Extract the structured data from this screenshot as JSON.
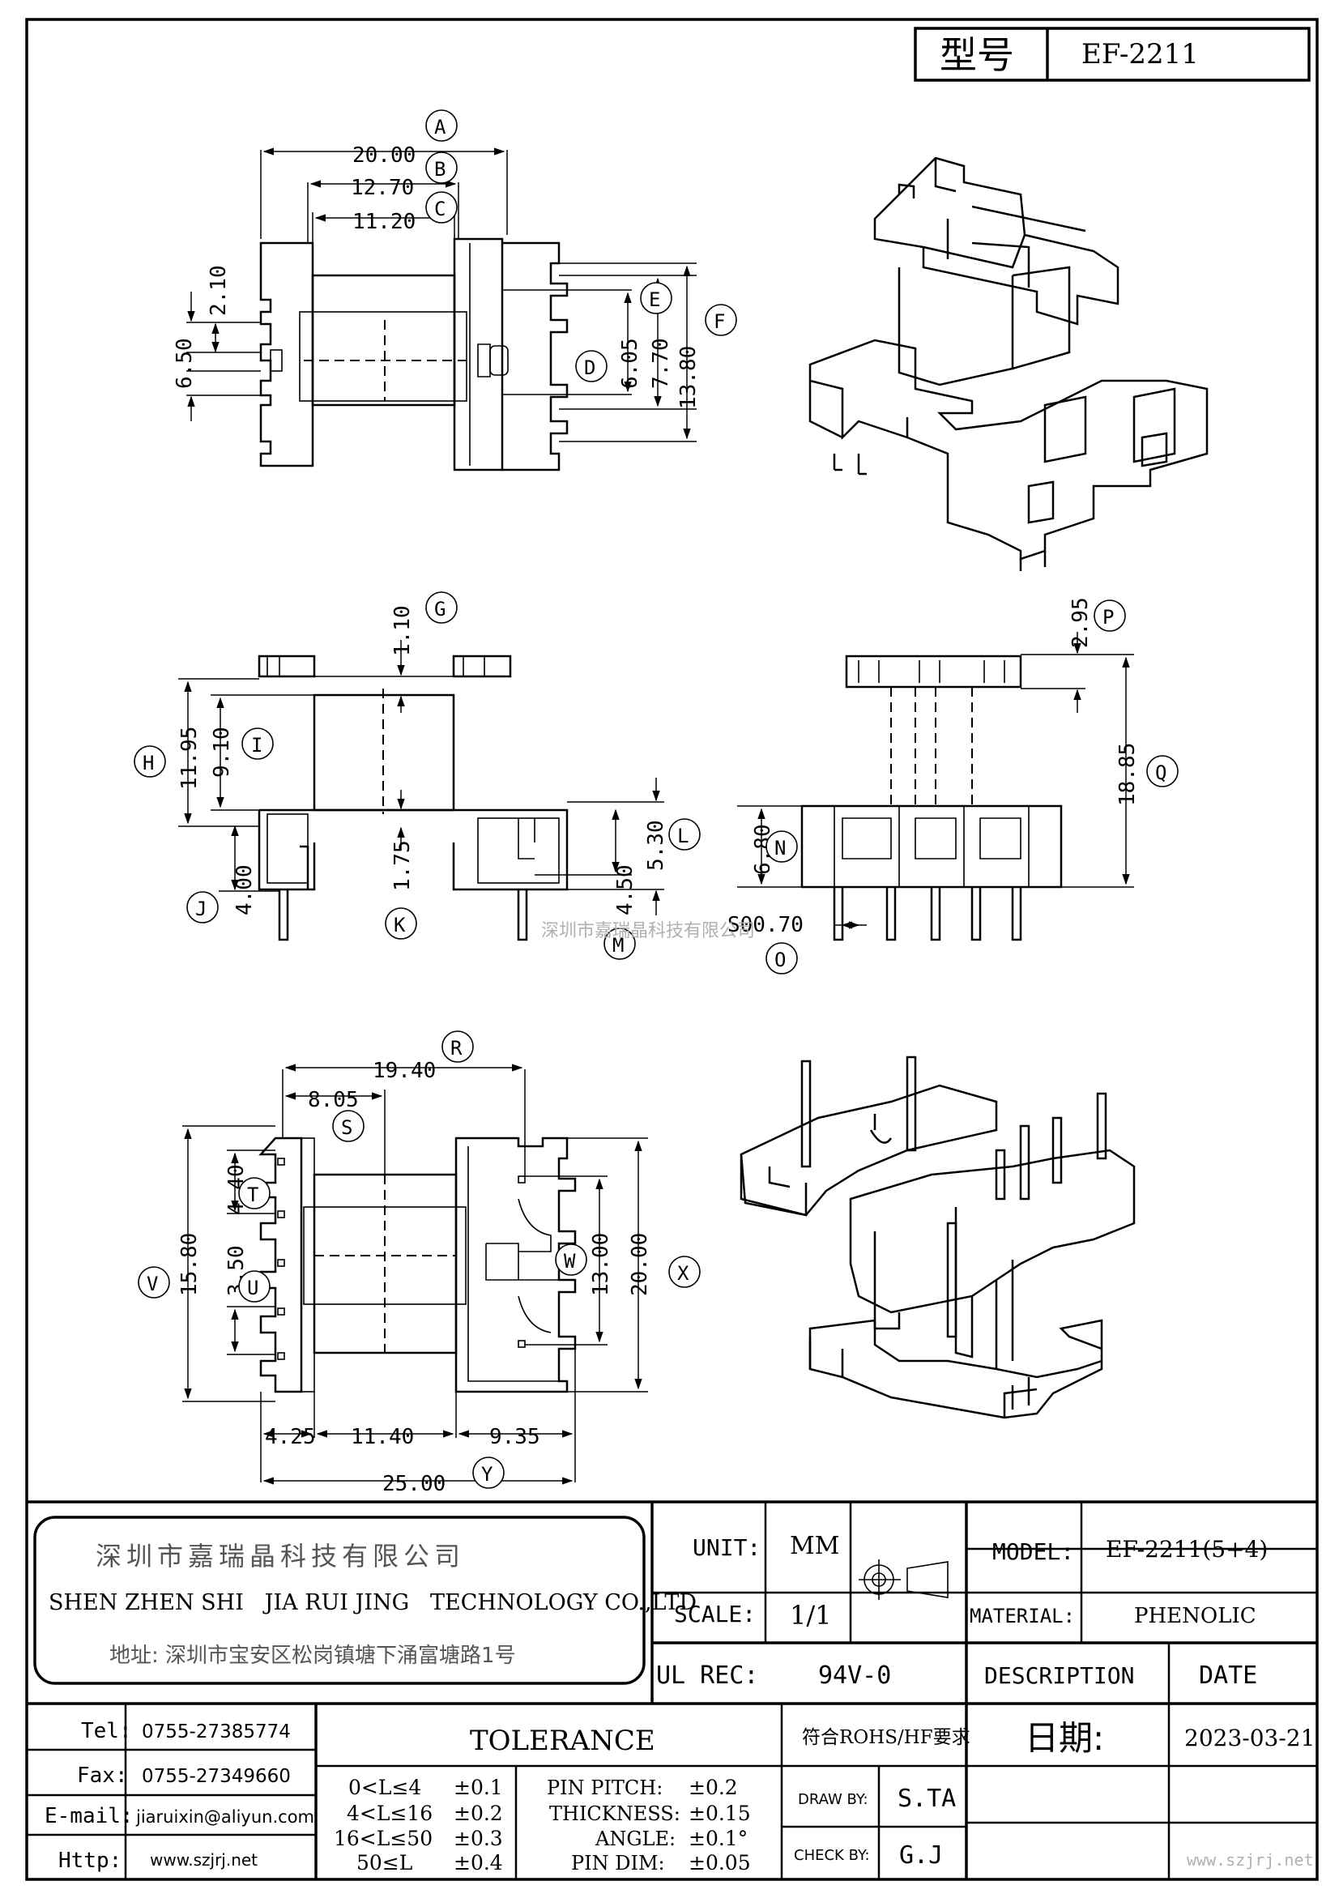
{
  "header": {
    "type_label": "型号",
    "model_value": "EF-2211"
  },
  "top_view": {
    "dims": {
      "A": "20.00",
      "B": "12.70",
      "C": "11.20",
      "d_2_10": "2.10",
      "d_6_50": "6.50",
      "E": "6.05",
      "D": "7.70",
      "F": "13.80"
    },
    "balloons": [
      "A",
      "B",
      "C",
      "D",
      "E",
      "F"
    ]
  },
  "side_view": {
    "dims": {
      "G": "1.10",
      "H": "11.95",
      "I": "9.10",
      "J": "4.00",
      "K": "1.75",
      "L": "5.30",
      "M": "4.50"
    },
    "balloons": [
      "G",
      "H",
      "I",
      "J",
      "K",
      "L",
      "M"
    ]
  },
  "end_view": {
    "dims": {
      "P": "2.95",
      "Q": "18.85",
      "N": "6.80",
      "O": "S00.70"
    },
    "balloons": [
      "P",
      "Q",
      "N",
      "O"
    ]
  },
  "bottom_view": {
    "dims": {
      "R": "19.40",
      "S": "8.05",
      "T": "4.40",
      "U": "3.50",
      "V": "15.80",
      "W": "13.00",
      "X": "20.00",
      "b1": "4.25",
      "b2": "11.40",
      "b3": "9.35",
      "Y": "25.00"
    },
    "balloons": [
      "R",
      "S",
      "T",
      "U",
      "V",
      "W",
      "X",
      "Y"
    ]
  },
  "watermark_center": "深圳市嘉瑞晶科技有限公司",
  "watermark_corner": "www.szjrj.net",
  "company": {
    "name_cn": "深圳市嘉瑞晶科技有限公司",
    "name_en": "SHEN ZHEN SHI   JIA RUI JING   TECHNOLOGY CO.,LTD",
    "address": "地址: 深圳市宝安区松岗镇塘下涌富塘路1号"
  },
  "contact": [
    {
      "label": "Tel:",
      "value": "0755-27385774"
    },
    {
      "label": "Fax:",
      "value": "0755-27349660"
    },
    {
      "label": "E-mail:",
      "value": "jiaruixin@aliyun.com"
    },
    {
      "label": "Http:",
      "value": "www.szjrj.net"
    }
  ],
  "spec": {
    "unit_label": "UNIT:",
    "unit_value": "MM",
    "scale_label": "SCALE:",
    "scale_value": "1/1",
    "ul_label": "UL REC:",
    "ul_value": "94V-0",
    "model_label": "MODEL:",
    "model_value": "EF-2211(5+4)",
    "material_label": "MATERIAL:",
    "material_value": "PHENOLIC",
    "description_label": "DESCRIPTION",
    "date_label": "DATE",
    "rohs": "符合ROHS/HF要求",
    "date_cn_label": "日期:",
    "date_value": "2023-03-21",
    "draw_label": "DRAW BY:",
    "draw_value": "S.TA",
    "check_label": "CHECK BY:",
    "check_value": "G.J"
  },
  "tolerance": {
    "title": "TOLERANCE",
    "ranges": [
      {
        "range": "0<L≤4",
        "tol": "±0.1"
      },
      {
        "range": "4<L≤16",
        "tol": "±0.2"
      },
      {
        "range": "16<L≤50",
        "tol": "±0.3"
      },
      {
        "range": "50≤L",
        "tol": "±0.4"
      }
    ],
    "items": [
      {
        "name": "PIN PITCH:",
        "tol": "±0.2"
      },
      {
        "name": "THICKNESS:",
        "tol": "±0.15"
      },
      {
        "name": "ANGLE:",
        "tol": "±0.1°"
      },
      {
        "name": "PIN DIM:",
        "tol": "±0.05"
      }
    ]
  }
}
